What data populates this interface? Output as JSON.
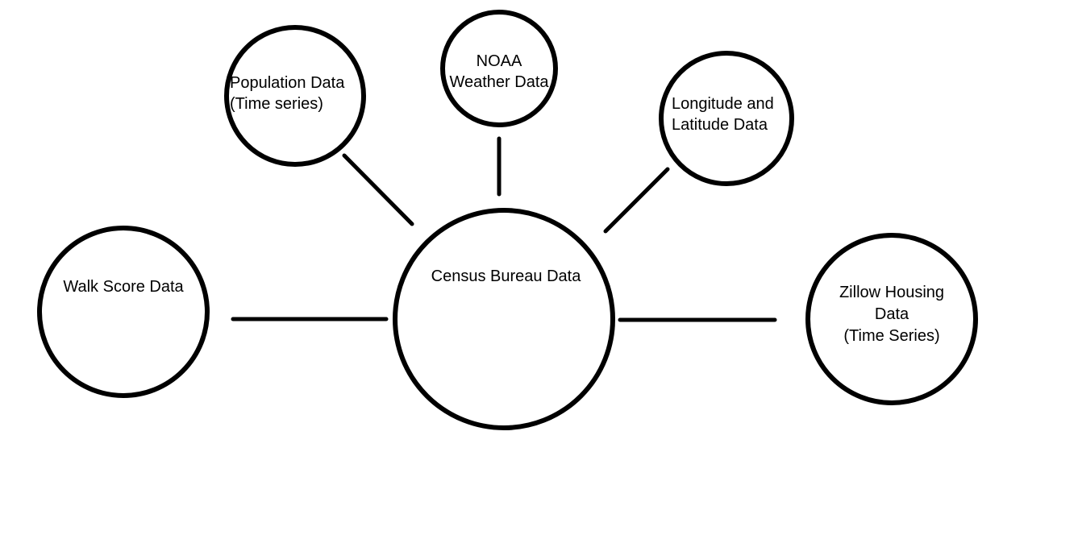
{
  "diagram": {
    "type": "mind-map",
    "background_color": "#ffffff",
    "stroke_color": "#000000",
    "text_color": "#000000"
  },
  "nodes": {
    "census": {
      "label": "Census Bureau Data"
    },
    "walk": {
      "label": "Walk Score Data"
    },
    "population": {
      "label": "Population Data\n(Time series)"
    },
    "noaa": {
      "label": "NOAA\nWeather Data"
    },
    "longitude": {
      "label": "Longitude and\nLatitude Data"
    },
    "zillow": {
      "label": "Zillow Housing\nData\n(Time Series)"
    }
  },
  "edges": [
    {
      "from": "walk",
      "to": "census"
    },
    {
      "from": "population",
      "to": "census"
    },
    {
      "from": "noaa",
      "to": "census"
    },
    {
      "from": "longitude",
      "to": "census"
    },
    {
      "from": "census",
      "to": "zillow"
    }
  ]
}
